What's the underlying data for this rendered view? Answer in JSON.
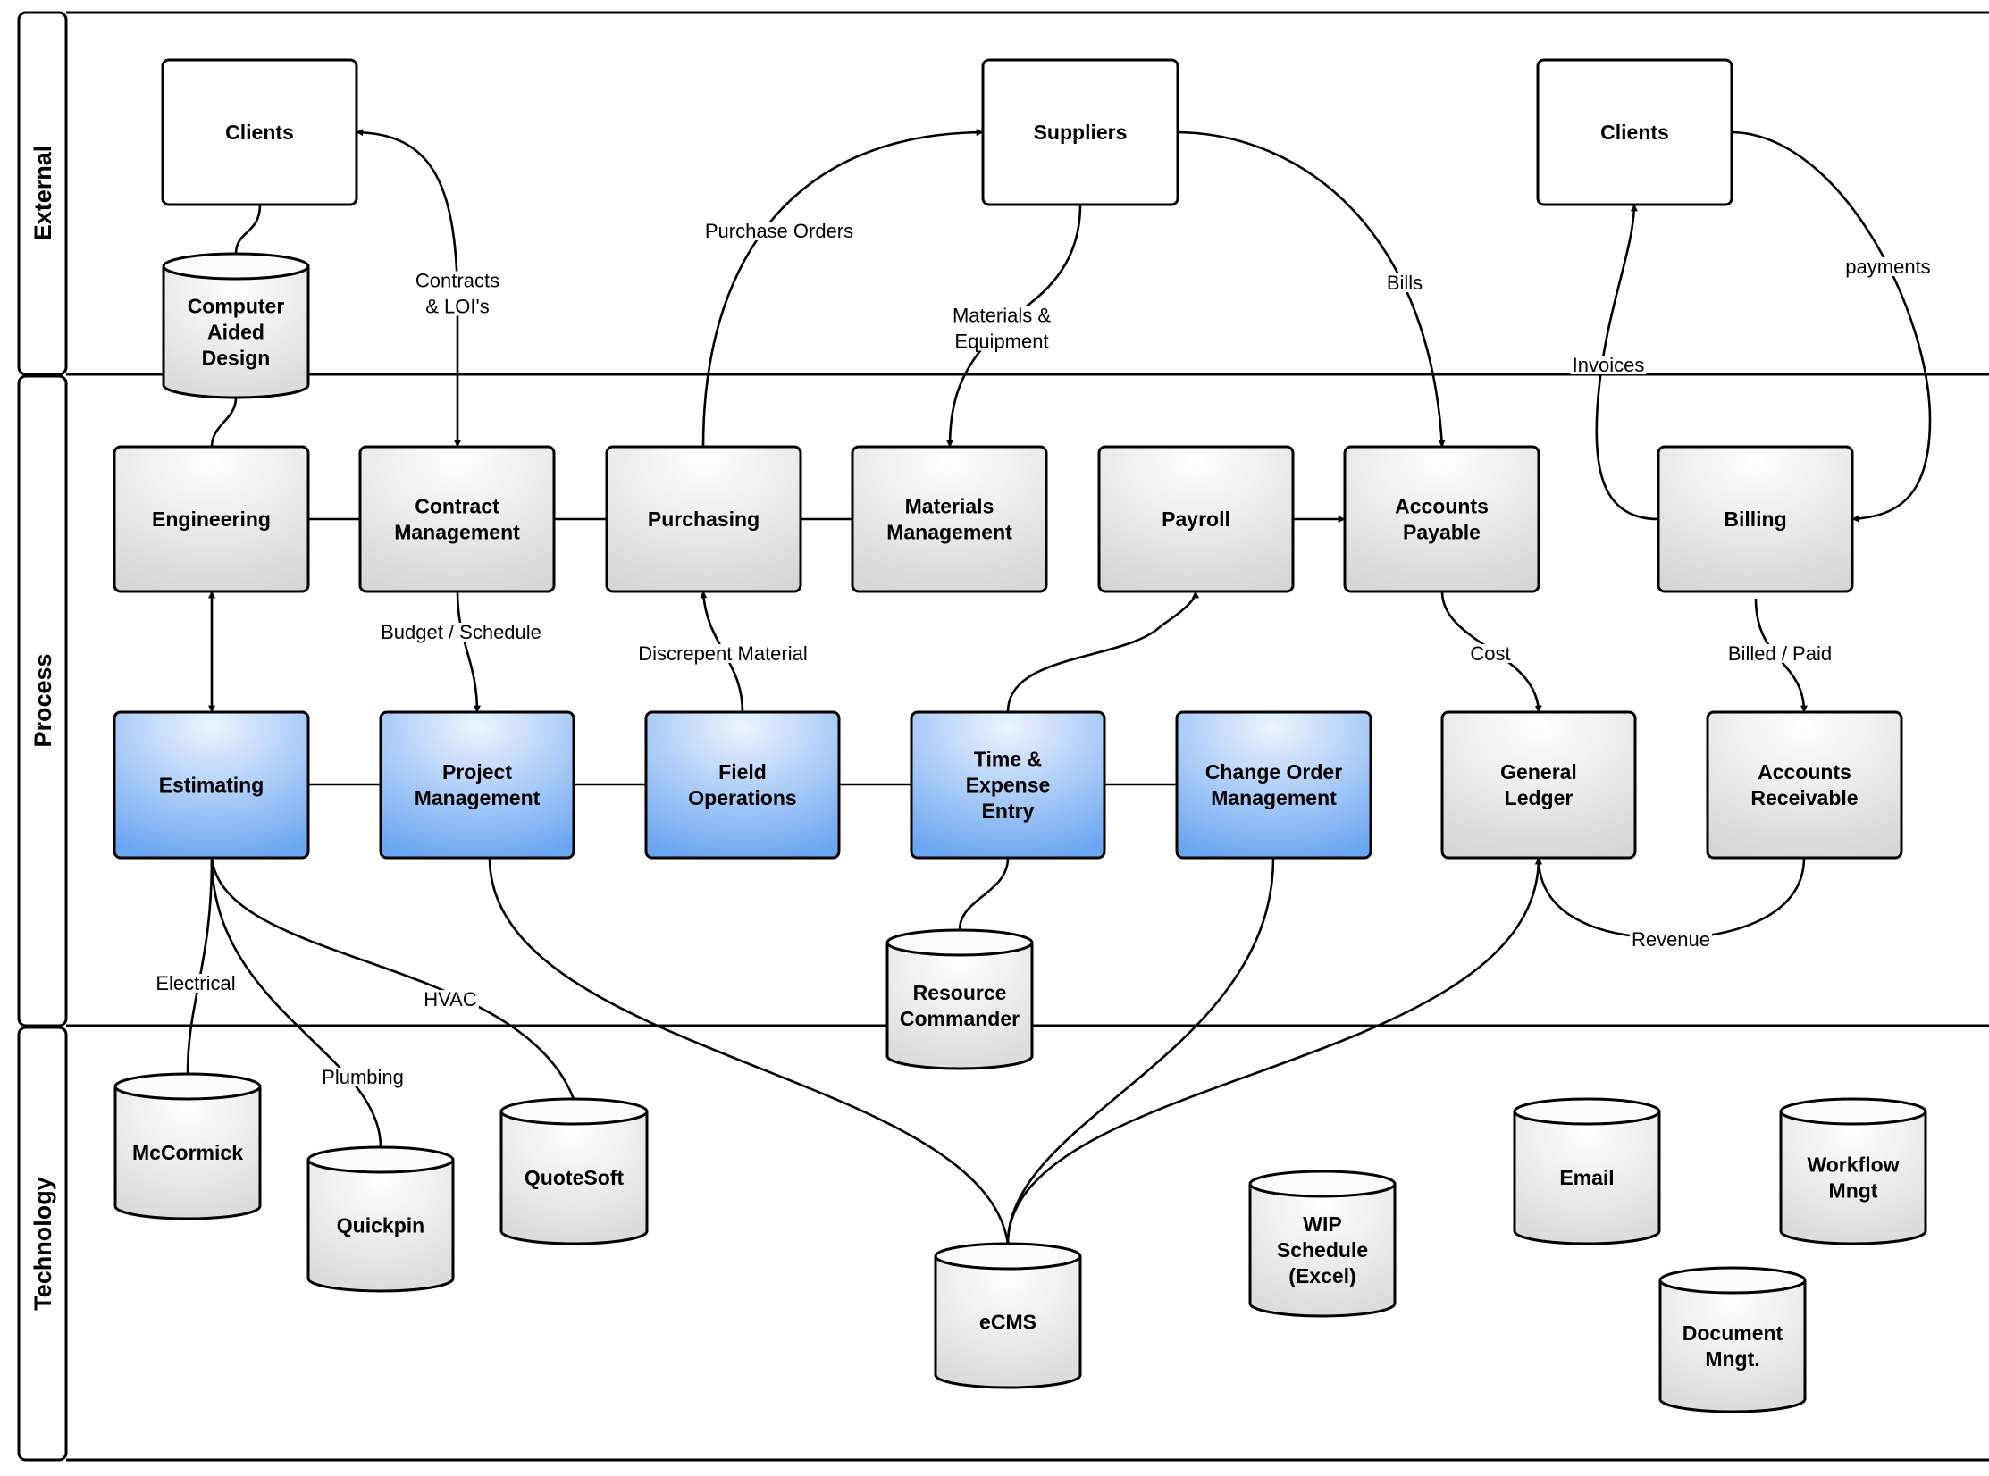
{
  "lanes": [
    {
      "id": "external",
      "label": "External"
    },
    {
      "id": "process",
      "label": "Process"
    },
    {
      "id": "technology",
      "label": "Technology"
    }
  ],
  "colors": {
    "grey_top": "#ffffff",
    "grey_bottom": "#d9d9d9",
    "blue_top": "#eaf2fd",
    "blue_bottom": "#6ea8f2",
    "stroke": "#000000"
  },
  "nodes": {
    "clients_left": {
      "lines": [
        "Clients"
      ],
      "kind": "external"
    },
    "suppliers": {
      "lines": [
        "Suppliers"
      ],
      "kind": "external"
    },
    "clients_right": {
      "lines": [
        "Clients"
      ],
      "kind": "external"
    },
    "cad": {
      "lines": [
        "Computer",
        "Aided",
        "Design"
      ],
      "kind": "database"
    },
    "engineering": {
      "lines": [
        "Engineering"
      ],
      "kind": "process-grey"
    },
    "contract_mgmt": {
      "lines": [
        "Contract",
        "Management"
      ],
      "kind": "process-grey"
    },
    "purchasing": {
      "lines": [
        "Purchasing"
      ],
      "kind": "process-grey"
    },
    "materials_mgmt": {
      "lines": [
        "Materials",
        "Management"
      ],
      "kind": "process-grey"
    },
    "payroll": {
      "lines": [
        "Payroll"
      ],
      "kind": "process-grey"
    },
    "accounts_payable": {
      "lines": [
        "Accounts",
        "Payable"
      ],
      "kind": "process-grey"
    },
    "billing": {
      "lines": [
        "Billing"
      ],
      "kind": "process-grey"
    },
    "estimating": {
      "lines": [
        "Estimating"
      ],
      "kind": "process-blue"
    },
    "project_mgmt": {
      "lines": [
        "Project",
        "Management"
      ],
      "kind": "process-blue"
    },
    "field_ops": {
      "lines": [
        "Field",
        "Operations"
      ],
      "kind": "process-blue"
    },
    "time_expense": {
      "lines": [
        "Time &",
        "Expense",
        "Entry"
      ],
      "kind": "process-blue"
    },
    "change_order": {
      "lines": [
        "Change Order",
        "Management"
      ],
      "kind": "process-blue"
    },
    "general_ledger": {
      "lines": [
        "General",
        "Ledger"
      ],
      "kind": "process-grey"
    },
    "accounts_receivable": {
      "lines": [
        "Accounts",
        "Receivable"
      ],
      "kind": "process-grey"
    },
    "resource_commander": {
      "lines": [
        "Resource",
        "Commander"
      ],
      "kind": "database"
    },
    "mccormick": {
      "lines": [
        "McCormick"
      ],
      "kind": "database"
    },
    "quickpin": {
      "lines": [
        "Quickpin"
      ],
      "kind": "database"
    },
    "quotesoft": {
      "lines": [
        "QuoteSoft"
      ],
      "kind": "database"
    },
    "ecms": {
      "lines": [
        "eCMS"
      ],
      "kind": "database"
    },
    "wip_schedule": {
      "lines": [
        "WIP",
        "Schedule",
        "(Excel)"
      ],
      "kind": "database"
    },
    "email": {
      "lines": [
        "Email"
      ],
      "kind": "database"
    },
    "workflow_mgmt": {
      "lines": [
        "Workflow",
        "Mngt"
      ],
      "kind": "database"
    },
    "document_mgmt": {
      "lines": [
        "Document",
        "Mngt."
      ],
      "kind": "database"
    }
  },
  "edge_labels": {
    "contracts": [
      "Contracts",
      "& LOI's"
    ],
    "purchase_orders": [
      "Purchase Orders"
    ],
    "materials_equipment": [
      "Materials &",
      "Equipment"
    ],
    "bills": [
      "Bills"
    ],
    "invoices": [
      "Invoices"
    ],
    "payments": [
      "payments"
    ],
    "budget_schedule": [
      "Budget / Schedule"
    ],
    "discrepent_material": [
      "Discrepent Material"
    ],
    "cost": [
      "Cost"
    ],
    "billed_paid": [
      "Billed / Paid"
    ],
    "revenue": [
      "Revenue"
    ],
    "electrical": [
      "Electrical"
    ],
    "hvac": [
      "HVAC"
    ],
    "plumbing": [
      "Plumbing"
    ]
  }
}
